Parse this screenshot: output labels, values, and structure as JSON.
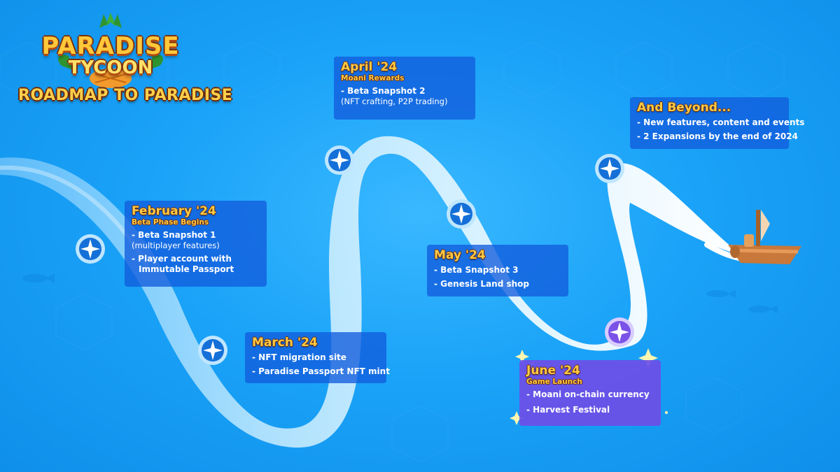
{
  "brand": {
    "logo_line1": "PARADISE",
    "logo_line2": "TYCOON",
    "title": "ROADMAP TO PARADISE"
  },
  "colors": {
    "background": "#1aa3f8",
    "card_blue": "#125cdc",
    "card_purple": "#6e4ee6",
    "accent_yellow": "#ffcb45",
    "river": "#d8f1ff"
  },
  "milestones": {
    "february": {
      "title": "February '24",
      "subtitle": "Beta Phase Begins",
      "item1": "- Beta Snapshot 1",
      "note1": "(multiplayer features)",
      "item2": "- Player account with",
      "item2b": "Immutable Passport"
    },
    "march": {
      "title": "March '24",
      "item1": "- NFT migration site",
      "item2": "- Paradise Passport NFT mint"
    },
    "april": {
      "title": "April '24",
      "subtitle": "Moani Rewards",
      "item1": "- Beta Snapshot 2",
      "note1": "(NFT crafting, P2P trading)"
    },
    "may": {
      "title": "May '24",
      "item1": "- Beta Snapshot 3",
      "item2": "- Genesis Land shop"
    },
    "june": {
      "title": "June '24",
      "subtitle": "Game Launch",
      "item1": "- Moani on-chain currency",
      "item2": "- Harvest Festival"
    },
    "beyond": {
      "title": "And Beyond...",
      "item1": "- New features, content and events",
      "item2": "- 2 Expansions by the end of 2024"
    }
  },
  "icons": {
    "node": "sparkle-star-icon",
    "boat": "boat-icon",
    "sparkle": "twinkle-icon"
  }
}
